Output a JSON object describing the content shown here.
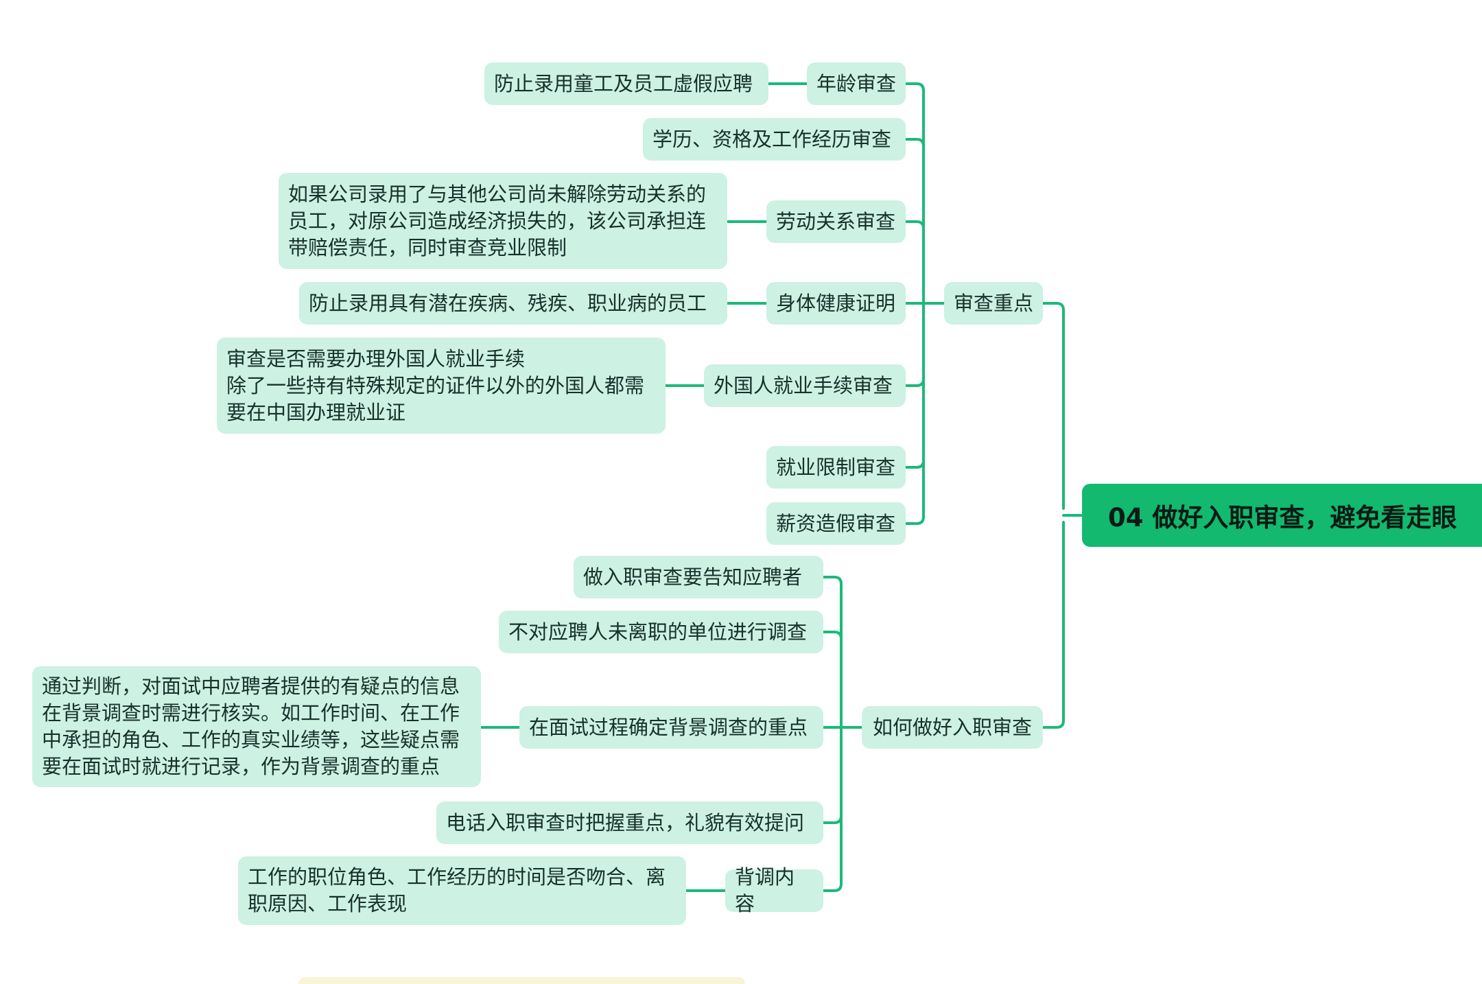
{
  "root": {
    "label": "04 做好入职审查，避免看走眼"
  },
  "branches": [
    {
      "label": "审查重点",
      "children": [
        {
          "label": "年龄审查",
          "detail": "防止录用童工及员工虚假应聘"
        },
        {
          "label": "学历、资格及工作经历审查",
          "detail": null
        },
        {
          "label": "劳动关系审查",
          "detail": "如果公司录用了与其他公司尚未解除劳动关系的\n员工，对原公司造成经济损失的，该公司承担连\n带赔偿责任，同时审查竞业限制"
        },
        {
          "label": "身体健康证明",
          "detail": "防止录用具有潜在疾病、残疾、职业病的员工"
        },
        {
          "label": "外国人就业手续审查",
          "detail": "审查是否需要办理外国人就业手续\n除了一些持有特殊规定的证件以外的外国人都需\n要在中国办理就业证"
        },
        {
          "label": "就业限制审查",
          "detail": null
        },
        {
          "label": "薪资造假审查",
          "detail": null
        }
      ]
    },
    {
      "label": "如何做好入职审查",
      "children": [
        {
          "label": "做入职审查要告知应聘者",
          "detail": null
        },
        {
          "label": "不对应聘人未离职的单位进行调查",
          "detail": null
        },
        {
          "label": "在面试过程确定背景调查的重点",
          "detail": "通过判断，对面试中应聘者提供的有疑点的信息\n在背景调查时需进行核实。如工作时间、在工作\n中承担的角色、工作的真实业绩等，这些疑点需\n要在面试时就进行记录，作为背景调查的重点"
        },
        {
          "label": "电话入职审查时把握重点，礼貌有效提问",
          "detail": null
        },
        {
          "label": "背调内容",
          "detail": "工作的职位角色、工作经历的时间是否吻合、离\n职原因、工作表现"
        }
      ]
    }
  ],
  "colors": {
    "link": "#1cb97a",
    "node_bg": "#cdf1e3",
    "root_bg": "#12b96f"
  }
}
